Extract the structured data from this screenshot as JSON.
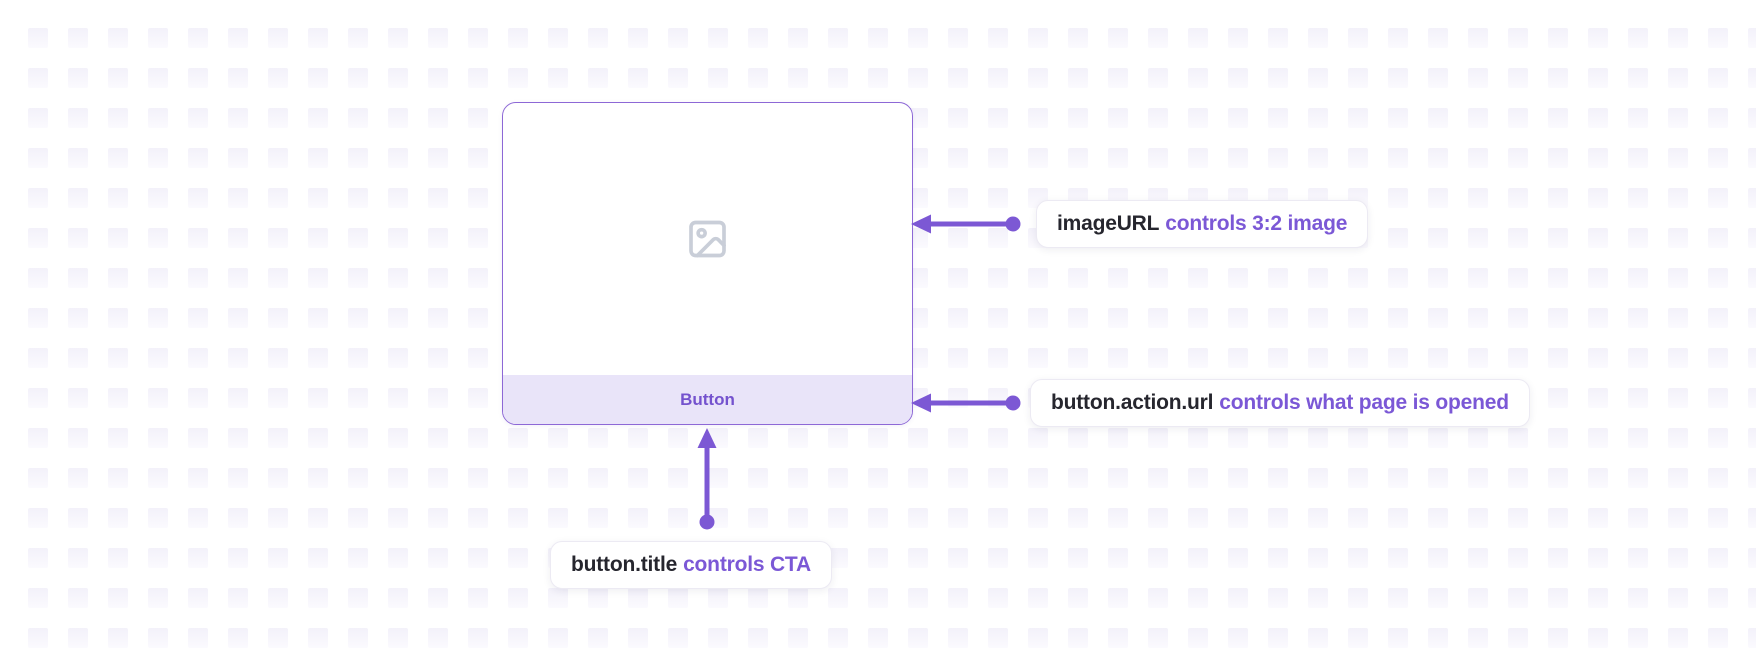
{
  "card": {
    "button_label": "Button",
    "image_placeholder_icon": "image-icon"
  },
  "annotations": [
    {
      "key": "imageURL",
      "description": "controls 3:2 image"
    },
    {
      "key": "button.action.url",
      "description": "controls what page is opened"
    },
    {
      "key": "button.title",
      "description": "controls CTA"
    }
  ],
  "colors": {
    "accent_purple": "#7c58d4",
    "card_border": "#8d68d6",
    "card_button_bg": "#e9e4f9",
    "card_button_text": "#7452ce",
    "label_key_text": "#26262e",
    "label_accent_text": "#7b58d6",
    "placeholder_icon_gray": "#c9ced8",
    "grid_square": "#f3f1fa",
    "pill_bg": "#ffffff",
    "pill_border": "#eceaf3"
  }
}
